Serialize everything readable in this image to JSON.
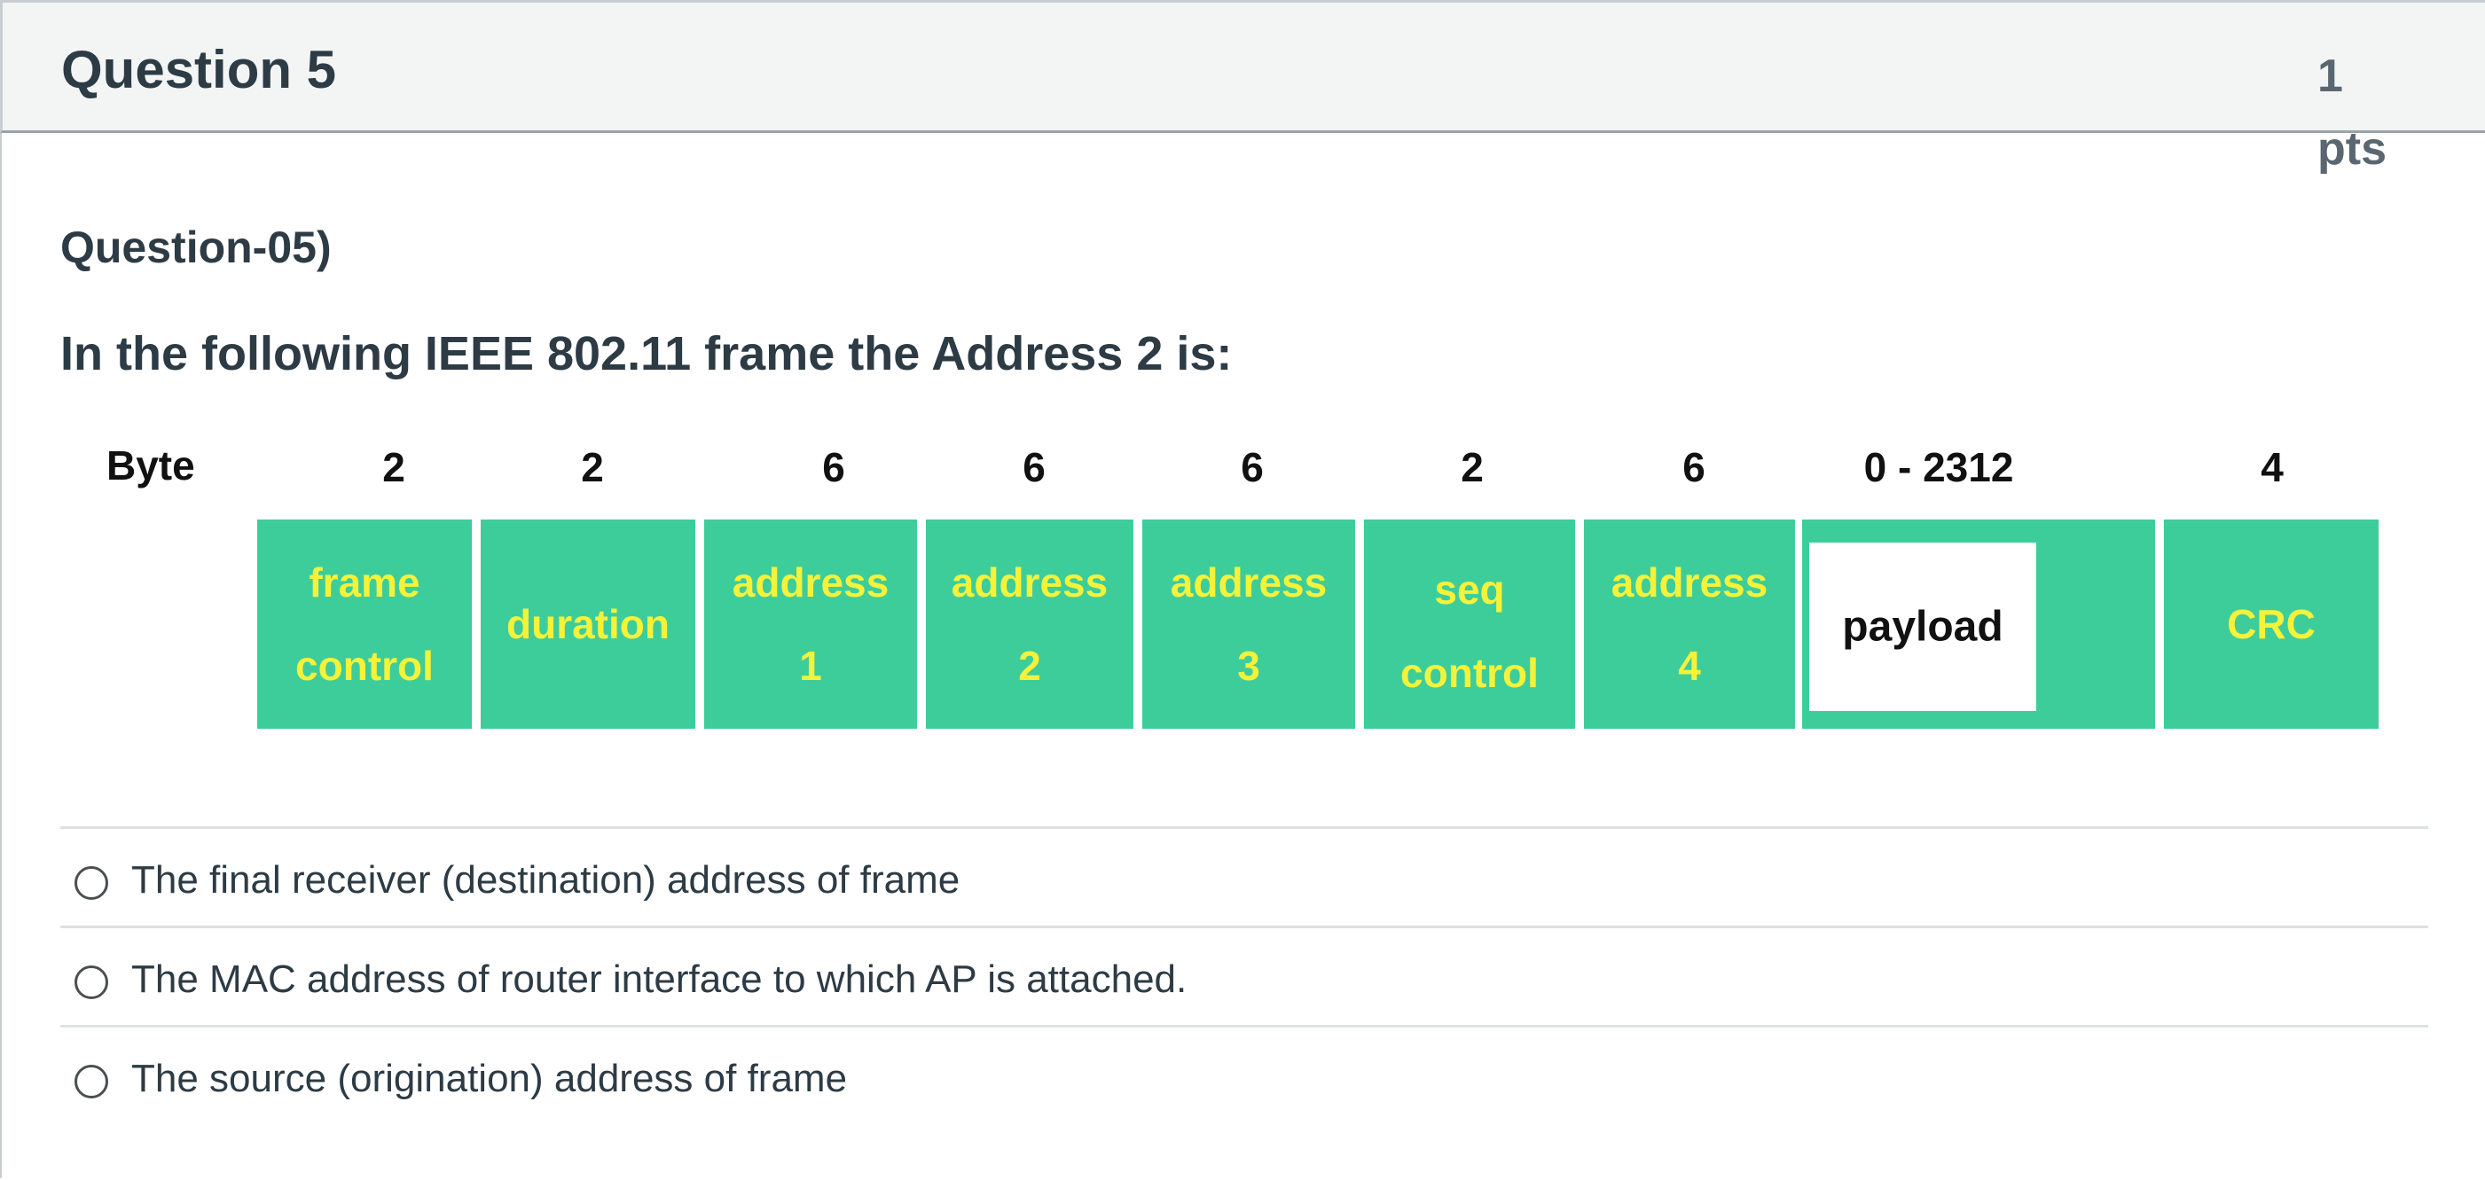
{
  "question": {
    "title": "Question 5",
    "points_value": "1",
    "points_unit": "pts",
    "subtitle": "Question-05)",
    "prompt": "In the following IEEE 802.11 frame the Address 2 is:"
  },
  "frame_diagram": {
    "byte_label": "Byte",
    "fields": [
      {
        "size": "2",
        "line1": "frame",
        "line2": "control"
      },
      {
        "size": "2",
        "line1": "duration",
        "line2": ""
      },
      {
        "size": "6",
        "line1": "address",
        "line2": "1"
      },
      {
        "size": "6",
        "line1": "address",
        "line2": "2"
      },
      {
        "size": "6",
        "line1": "address",
        "line2": "3"
      },
      {
        "size": "2",
        "line1": "seq",
        "line2": "control"
      },
      {
        "size": "6",
        "line1": "address",
        "line2": "4"
      },
      {
        "size": "0 - 2312",
        "line1": "payload",
        "line2": ""
      },
      {
        "size": "4",
        "line1": "CRC",
        "line2": ""
      }
    ]
  },
  "answers": [
    {
      "label": "The final receiver (destination) address of frame"
    },
    {
      "label": "The MAC address of router interface to which AP is attached."
    },
    {
      "label": "The source (origination) address of frame"
    }
  ],
  "colors": {
    "field_fill": "#3dcd9b",
    "field_text": "#f5f23a",
    "header_bg": "#f3f4f4"
  }
}
